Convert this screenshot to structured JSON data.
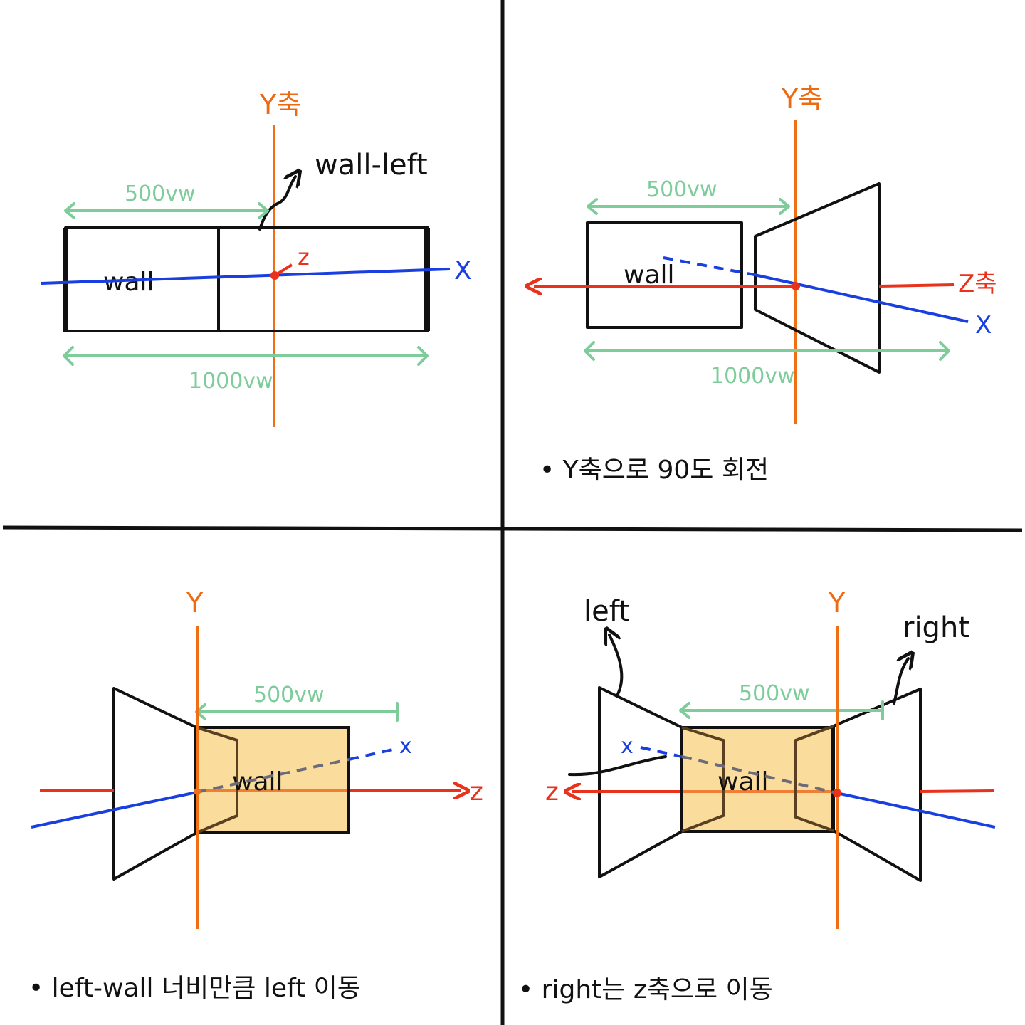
{
  "divider": {
    "color": "#111111"
  },
  "colors": {
    "y_axis": "#ef6f14",
    "x_axis": "#1a3fe0",
    "z_axis": "#e8321c",
    "dimension": "#7dcc9a",
    "wall_fill": "#f5c04a"
  },
  "panel1": {
    "y_label": "Y축",
    "wall_left_label": "wall-left",
    "dim_500": "500vw",
    "dim_1000": "1000vw",
    "wall_label": "wall",
    "z_label": "z",
    "x_label": "X"
  },
  "panel2": {
    "y_label": "Y축",
    "dim_500": "500vw",
    "dim_1000": "1000vw",
    "wall_label": "wall",
    "z_label": "Z축",
    "x_label": "X",
    "caption": "• Y축으로 90도 회전"
  },
  "panel3": {
    "y_label": "Y",
    "dim_500": "500vw",
    "wall_label": "wall",
    "z_label": "z",
    "x_label": "x",
    "caption": "• left-wall 너비만큼 left 이동"
  },
  "panel4": {
    "y_label": "Y",
    "left_label": "left",
    "right_label": "right",
    "dim_500": "500vw",
    "wall_label": "wall",
    "z_label": "z",
    "x_label": "x",
    "caption": "• right는 z축으로 이동"
  }
}
